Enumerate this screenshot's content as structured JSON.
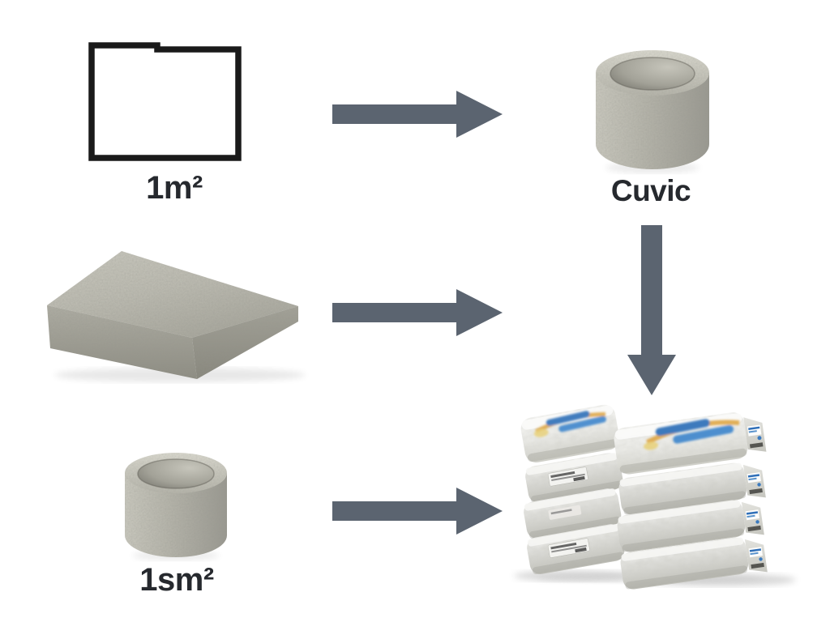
{
  "page": {
    "background": "#ffffff"
  },
  "labels": {
    "square": "1m²",
    "ring": "Cuvic",
    "cylinder": "1sm²"
  },
  "colors": {
    "arrow": "#5b6470",
    "square_outline": "#1a1a1a",
    "label_text": "#26292e",
    "concrete_light": "#cdccc2",
    "concrete_mid": "#b4b3a9",
    "concrete_dark": "#8f8e84",
    "bag_body": "#e6e6e1",
    "bag_print_blue": "#2f6fb8",
    "bag_print_orange": "#dfa84a"
  },
  "icons": {
    "square": "area-square-icon",
    "arrow_right": "arrow-right-icon",
    "arrow_down": "arrow-down-icon",
    "ring": "concrete-ring-image",
    "slab": "concrete-slab-image",
    "cylinder": "concrete-cylinder-image",
    "bags": "cement-bag-stack-image"
  }
}
